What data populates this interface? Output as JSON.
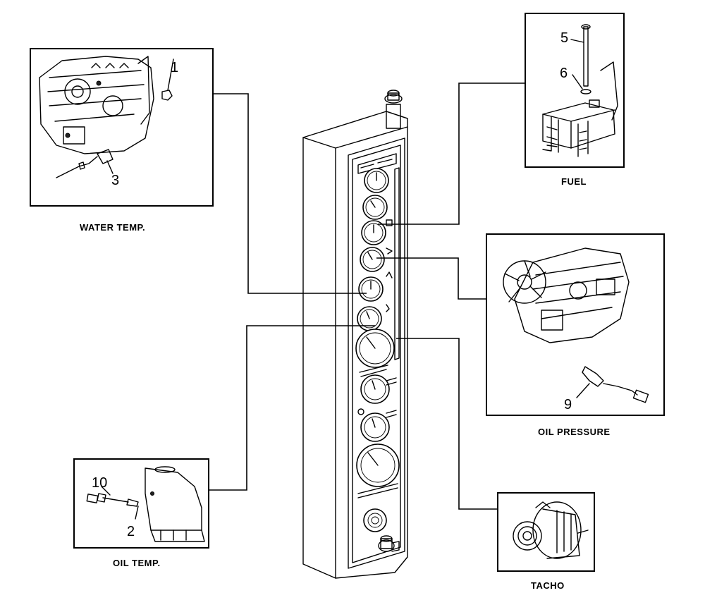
{
  "captions": {
    "water_temp": "WATER TEMP.",
    "fuel": "FUEL",
    "oil_pressure": "OIL PRESSURE",
    "oil_temp": "OIL TEMP.",
    "tacho": "TACHO"
  },
  "callouts": {
    "c1": "1",
    "c2": "2",
    "c3": "3",
    "c5": "5",
    "c6": "6",
    "c9": "9",
    "c10": "10"
  }
}
